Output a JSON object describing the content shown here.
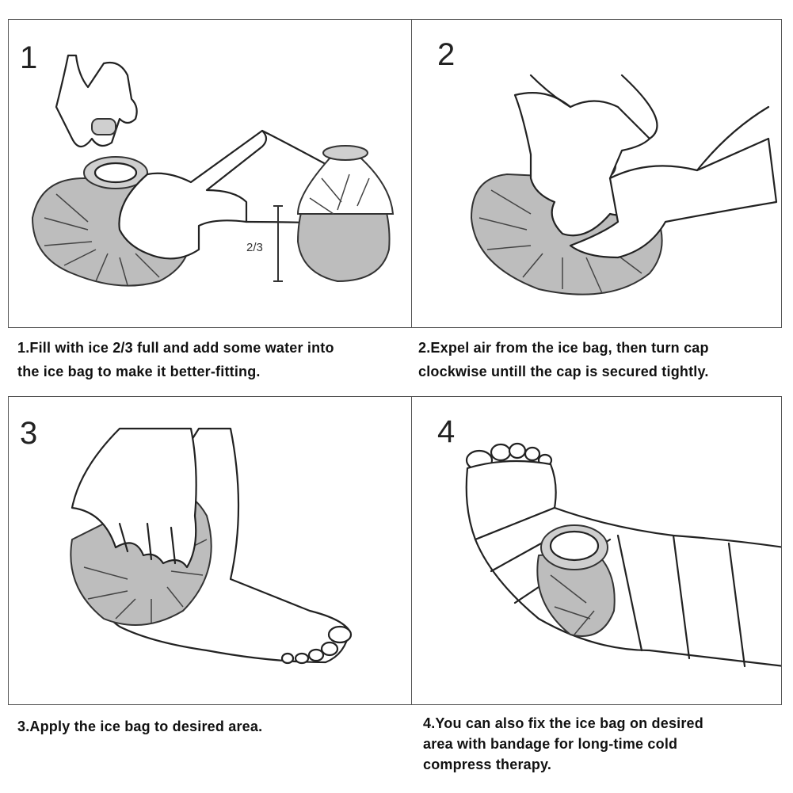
{
  "steps": [
    {
      "number": "1",
      "caption_lines": [
        "1.Fill with ice 2/3 full and add some water into",
        "the ice bag to make it better-fitting."
      ],
      "fill_label": "2/3"
    },
    {
      "number": "2",
      "caption_lines": [
        "2.Expel air from the ice bag, then turn cap",
        "clockwise untill the cap is secured tightly."
      ]
    },
    {
      "number": "3",
      "caption_lines": [
        "3.Apply the ice bag to desired area."
      ]
    },
    {
      "number": "4",
      "caption_lines": [
        "4.You can also fix the ice bag on desired",
        "area with bandage for long-time cold",
        "compress therapy."
      ]
    }
  ],
  "colors": {
    "bag_fill": "#bdbdbd",
    "outline": "#222222",
    "panel_border": "#555555"
  }
}
